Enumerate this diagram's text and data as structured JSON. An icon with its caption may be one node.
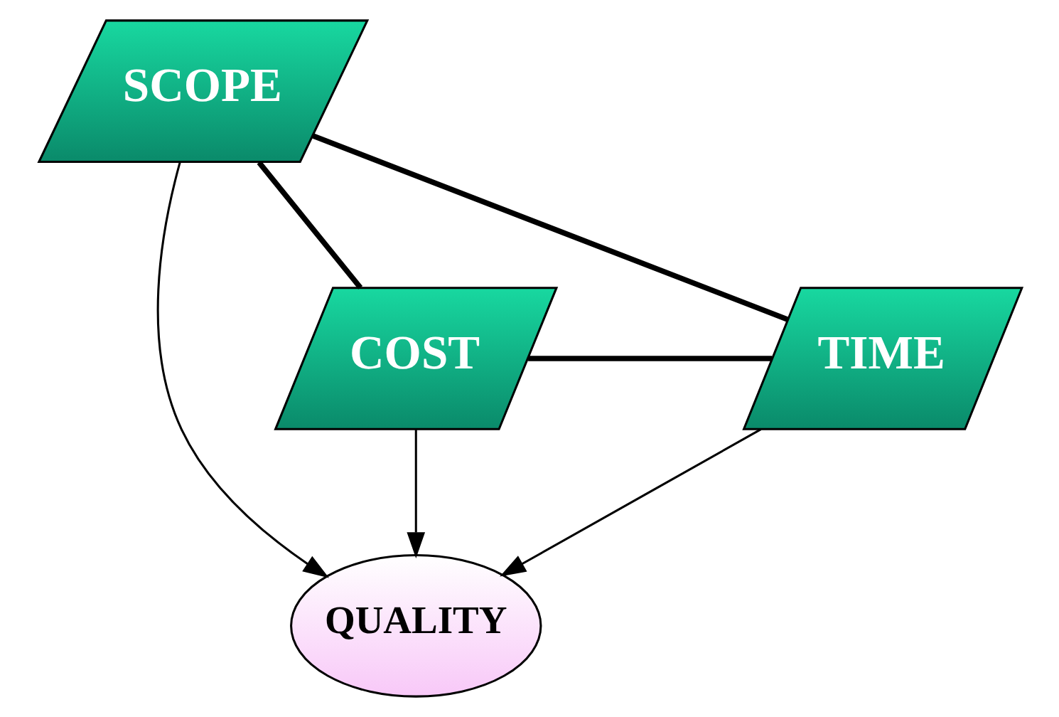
{
  "diagram": {
    "nodes": [
      {
        "text": [
          "SCOPE"
        ]
      },
      {
        "text": [
          "QUALITY"
        ]
      },
      {
        "text": [
          "COST"
        ]
      },
      {
        "text": [
          "TIME"
        ]
      }
    ],
    "edges": [
      {
        "from": 0,
        "to": 2,
        "arrow": "none",
        "style": "thick"
      },
      {
        "from": 2,
        "to": 3,
        "arrow": "none",
        "style": "thick"
      },
      {
        "from": 3,
        "to": 0,
        "arrow": "none",
        "style": "thick"
      },
      {
        "from": 0,
        "to": 1,
        "arrow": "to"
      },
      {
        "from": 2,
        "to": 1,
        "arrow": "to"
      },
      {
        "from": 3,
        "to": 1,
        "arrow": "to"
      }
    ]
  }
}
